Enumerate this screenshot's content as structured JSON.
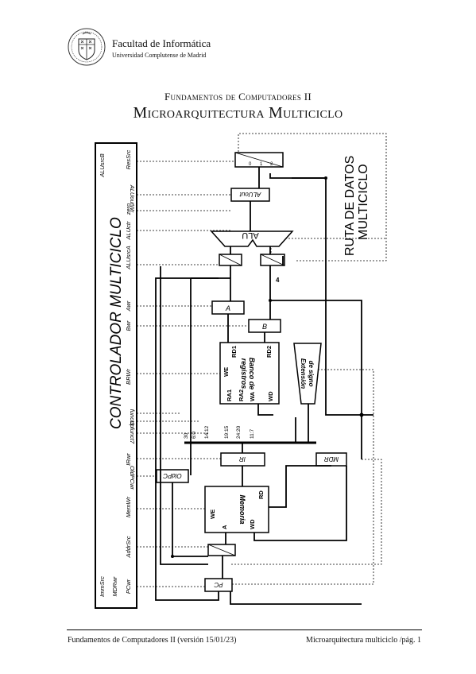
{
  "header": {
    "faculty": "Facultad de Informática",
    "university": "Universidad Complutense de Madrid"
  },
  "titles": {
    "course": "Fundamentos de Computadores II",
    "topic": "Microarquitectura Multiciclo"
  },
  "diagram": {
    "controller_title": "CONTROLADOR MULTICICLO",
    "datapath_title_line1": "RUTA DE DATOS",
    "datapath_title_line2": "MULTICICLO",
    "signals": [
      "ALUsrcB",
      "ResSrc",
      "ALUoutWr",
      "ALUctr",
      "zero",
      "ALUsrcA",
      "Awr",
      "Bwr",
      "BRWr",
      "funct3",
      "op",
      "funct7",
      "IRwr",
      "OldPCwr",
      "MemWr",
      "AddrSrc",
      "ImmSrc",
      "MDRwr",
      "PCwr"
    ],
    "signal_labels": {
      "zero": "zero",
      "op": "op",
      "funct7": "funct7",
      "funct3": "funct3"
    },
    "blocks": {
      "alu": "ALU",
      "aluout": "ALUout",
      "a": "A",
      "b": "B",
      "regfile_line1": "Banco de",
      "regfile_line2": "registros",
      "signext_line1": "Extensión",
      "signext_line2": "de signo",
      "ir": "IR",
      "mdr": "MDR",
      "oldpc": "OldPC",
      "memory": "Memoria",
      "pc": "PC"
    },
    "ports": {
      "we": "WE",
      "rd1": "RD1",
      "rd2": "RD2",
      "ra1": "RA1",
      "ra2": "RA2",
      "wa": "WA",
      "wd": "WD",
      "rd": "RD",
      "a": "A",
      "four": "4"
    },
    "ir_fields": [
      "30",
      "6:0",
      "14:12",
      "19:15",
      "24:20",
      "11:7"
    ],
    "mux_inputs": [
      "0",
      "1",
      "2"
    ]
  },
  "footer": {
    "left": "Fundamentos de Computadores II (versión 15/01/23)",
    "right": "Microarquitectura multiciclo /pág. 1"
  }
}
